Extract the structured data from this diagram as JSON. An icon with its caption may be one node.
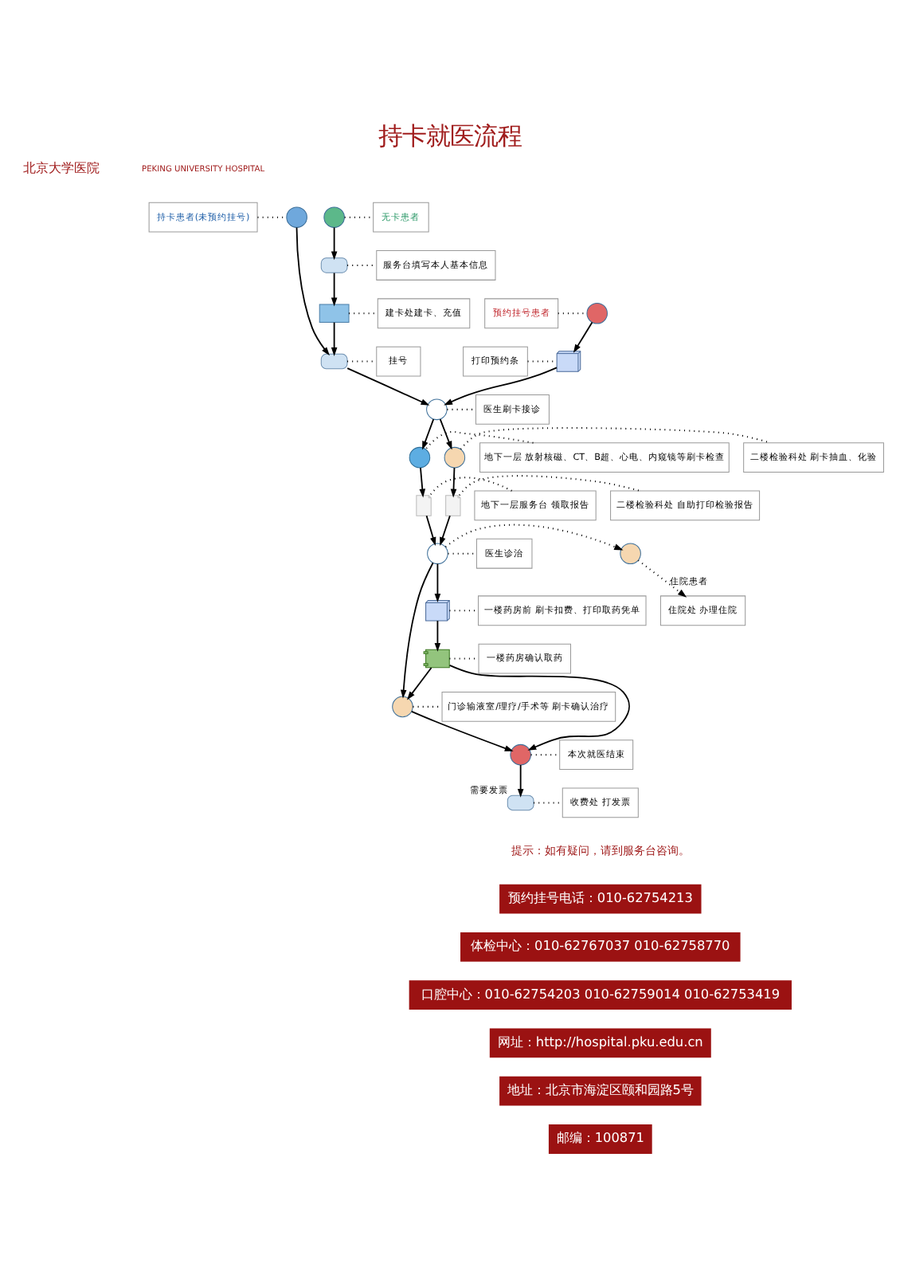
{
  "diagram": {
    "title": "持卡就医流程",
    "nodes": [
      {
        "text": [
          "持卡患者(未预约挂号)"
        ]
      },
      {
        "text": [],
        "shape": "person"
      },
      {
        "text": [],
        "shape": "person"
      },
      {
        "text": [
          "无卡患者"
        ]
      },
      {
        "text": [],
        "shape": "desk"
      },
      {
        "text": [
          "服务台填写本人基本信息"
        ]
      },
      {
        "text": [
          "预约挂号患者"
        ]
      },
      {
        "text": [],
        "shape": "person"
      },
      {
        "text": [],
        "shape": "box"
      },
      {
        "text": [
          "建卡处建卡、充值"
        ]
      },
      {
        "text": [],
        "shape": "desk"
      },
      {
        "text": [
          "挂号"
        ]
      },
      {
        "text": [
          "打印预约条"
        ]
      },
      {
        "text": [],
        "shape": "computer"
      },
      {
        "text": [],
        "shape": "person"
      },
      {
        "text": [
          "医生刷卡接诊"
        ]
      },
      {
        "text": [
          "地下一层 放射核磁、CT、B超、心电、内窥镜等刷卡检查"
        ]
      },
      {
        "text": [],
        "shape": "machine"
      },
      {
        "text": [],
        "shape": "person"
      },
      {
        "text": [
          "二楼检验科处 刷卡抽血、化验"
        ]
      },
      {
        "text": [
          "地下一层服务台 领取报告"
        ]
      },
      {
        "text": [],
        "shape": "document"
      },
      {
        "text": [],
        "shape": "document"
      },
      {
        "text": [
          "二楼检验科处 自助打印检验报告"
        ]
      },
      {
        "text": [],
        "shape": "person"
      },
      {
        "text": [],
        "shape": "person"
      },
      {
        "text": [
          "医生诊治"
        ]
      },
      {
        "text": [
          "住院处 办理住院"
        ]
      },
      {
        "text": [],
        "shape": "computer"
      },
      {
        "text": [
          "一楼药房前 刷卡扣费、打印取药凭单"
        ]
      },
      {
        "text": [],
        "shape": "medicine"
      },
      {
        "text": [
          "一楼药房确认取药"
        ]
      },
      {
        "text": [],
        "shape": "person"
      },
      {
        "text": [
          "门诊输液室/理疗/手术等 刷卡确认治疗"
        ]
      },
      {
        "text": [],
        "shape": "person"
      },
      {
        "text": [
          "本次就医结束"
        ]
      },
      {
        "text": [],
        "shape": "desk",
        "beside": [
          "需要发票"
        ]
      },
      {
        "text": [
          "收费处 打发票"
        ]
      }
    ],
    "edges": [
      {
        "from": 0,
        "to": 1,
        "arrow": "none",
        "style": "dashed"
      },
      {
        "from": 2,
        "to": 3,
        "arrow": "none",
        "style": "dashed"
      },
      {
        "from": 2,
        "to": 4,
        "arrow": "to"
      },
      {
        "from": 4,
        "to": 5,
        "arrow": "none",
        "style": "dashed"
      },
      {
        "from": 6,
        "to": 7,
        "arrow": "none",
        "style": "dashed"
      },
      {
        "from": 4,
        "to": 8,
        "arrow": "to"
      },
      {
        "from": 8,
        "to": 9,
        "arrow": "none",
        "style": "dashed"
      },
      {
        "from": 8,
        "to": 10,
        "arrow": "to"
      },
      {
        "from": 1,
        "to": 10,
        "arrow": "to"
      },
      {
        "from": 10,
        "to": 11,
        "arrow": "none",
        "style": "dashed"
      },
      {
        "from": 7,
        "to": 13,
        "arrow": "to"
      },
      {
        "from": 12,
        "to": 13,
        "arrow": "none",
        "style": "dashed"
      },
      {
        "from": 10,
        "to": 14,
        "arrow": "to"
      },
      {
        "from": 13,
        "to": 14,
        "arrow": "to"
      },
      {
        "from": 14,
        "to": 15,
        "arrow": "none",
        "style": "dashed"
      },
      {
        "from": 14,
        "to": 17,
        "arrow": "to"
      },
      {
        "from": 14,
        "to": 18,
        "arrow": "to"
      },
      {
        "from": 16,
        "to": 17,
        "arrow": "none",
        "style": "dashed"
      },
      {
        "from": 18,
        "to": 19,
        "arrow": "none",
        "style": "dashed"
      },
      {
        "from": 17,
        "to": 21,
        "arrow": "to"
      },
      {
        "from": 18,
        "to": 22,
        "arrow": "to"
      },
      {
        "from": 20,
        "to": 21,
        "arrow": "none",
        "style": "dashed"
      },
      {
        "from": 22,
        "to": 23,
        "arrow": "none",
        "style": "dashed"
      },
      {
        "from": 21,
        "to": 25,
        "arrow": "to"
      },
      {
        "from": 22,
        "to": 25,
        "arrow": "to"
      },
      {
        "from": 25,
        "to": 24,
        "arrow": "to",
        "style": "dashed"
      },
      {
        "from": 25,
        "to": 26,
        "arrow": "none",
        "style": "dashed"
      },
      {
        "from": 24,
        "to": 27,
        "arrow": "to",
        "style": "dashed",
        "label": "住院患者"
      },
      {
        "from": 25,
        "to": 28,
        "arrow": "to"
      },
      {
        "from": 28,
        "to": 29,
        "arrow": "none",
        "style": "dashed"
      },
      {
        "from": 28,
        "to": 30,
        "arrow": "to"
      },
      {
        "from": 30,
        "to": 31,
        "arrow": "none",
        "style": "dashed"
      },
      {
        "from": 30,
        "to": 32,
        "arrow": "to"
      },
      {
        "from": 25,
        "to": 32,
        "arrow": "to"
      },
      {
        "from": 32,
        "to": 33,
        "arrow": "none",
        "style": "dashed"
      },
      {
        "from": 32,
        "to": 34,
        "arrow": "to"
      },
      {
        "from": 30,
        "to": 34,
        "arrow": "to"
      },
      {
        "from": 34,
        "to": 35,
        "arrow": "none",
        "style": "dashed"
      },
      {
        "from": 34,
        "to": 36,
        "arrow": "to"
      },
      {
        "from": 36,
        "to": 37,
        "arrow": "none",
        "style": "dashed"
      }
    ],
    "labels": [
      "北京大学医院",
      "PEKING UNIVERSITY HOSPITAL",
      "提示：如有疑问，请到服务台咨询。",
      "预约挂号电话：010-62754213",
      "体检中心：010-62767037 010-62758770",
      "口腔中心：010-62754203 010-62759014 010-62753419",
      "网址：http://hospital.pku.edu.cn",
      "地址：北京市海淀区颐和园路5号",
      "邮编：100871"
    ]
  }
}
